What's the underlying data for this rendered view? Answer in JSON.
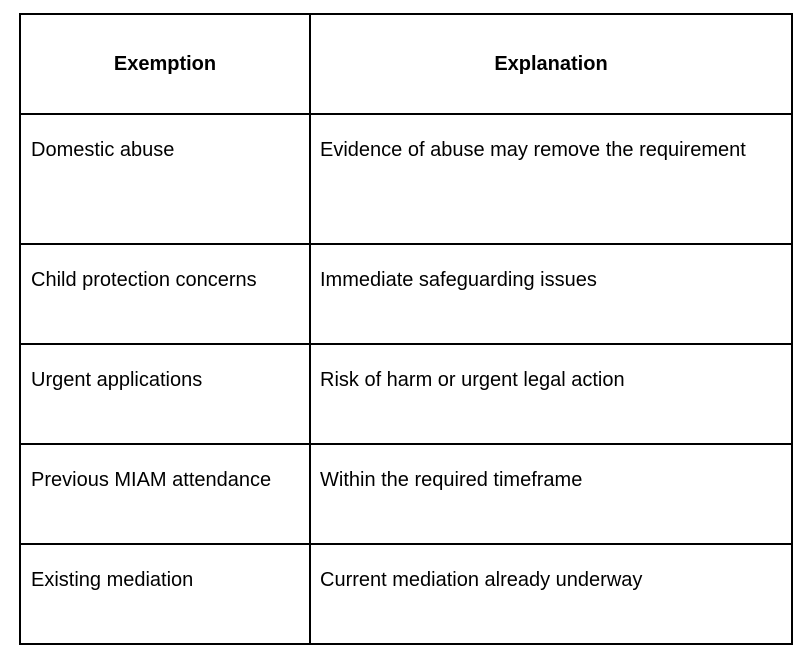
{
  "table": {
    "headers": [
      "Exemption",
      "Explanation"
    ],
    "rows": [
      [
        "Domestic abuse",
        "Evidence of abuse may remove the requirement"
      ],
      [
        "Child protection concerns",
        "Immediate safeguarding issues"
      ],
      [
        "Urgent applications",
        "Risk of harm or urgent legal action"
      ],
      [
        "Previous MIAM attendance",
        "Within the required timeframe"
      ],
      [
        "Existing mediation",
        "Current mediation already underway"
      ]
    ]
  }
}
